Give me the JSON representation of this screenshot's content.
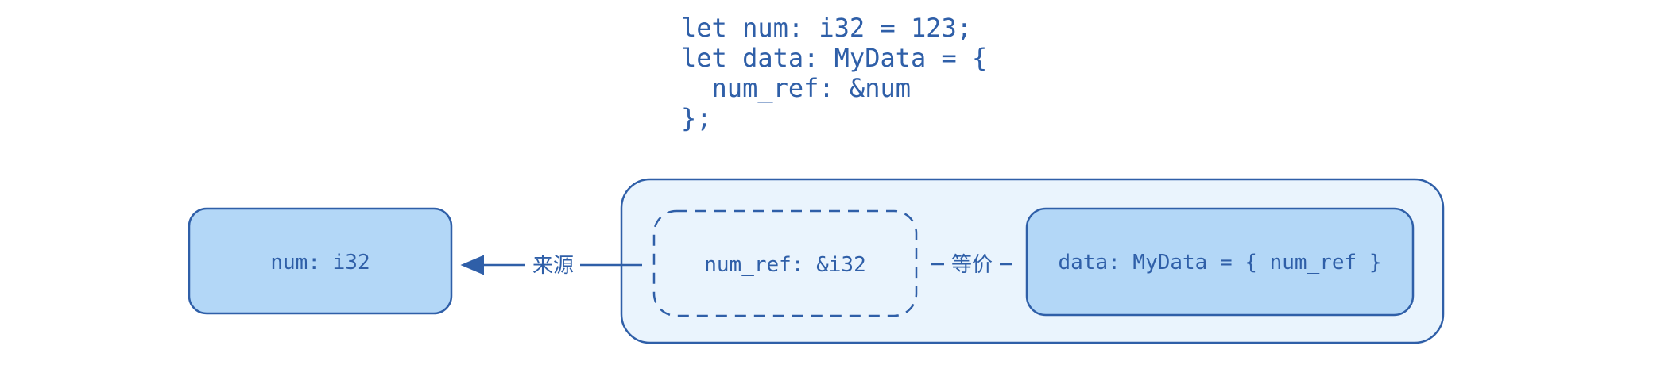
{
  "code_lines": [
    "let num: i32 = 123;",
    "let data: MyData = {",
    "  num_ref: &num",
    "};"
  ],
  "boxes": {
    "num": "num: i32",
    "num_ref": "num_ref: &i32",
    "data": "data: MyData = { num_ref }"
  },
  "edges": {
    "source": "来源",
    "equivalent": "等价"
  },
  "colors": {
    "stroke": "#2f5fa8",
    "box_fill": "#b3d7f7",
    "container_fill": "#eaf4fd"
  }
}
